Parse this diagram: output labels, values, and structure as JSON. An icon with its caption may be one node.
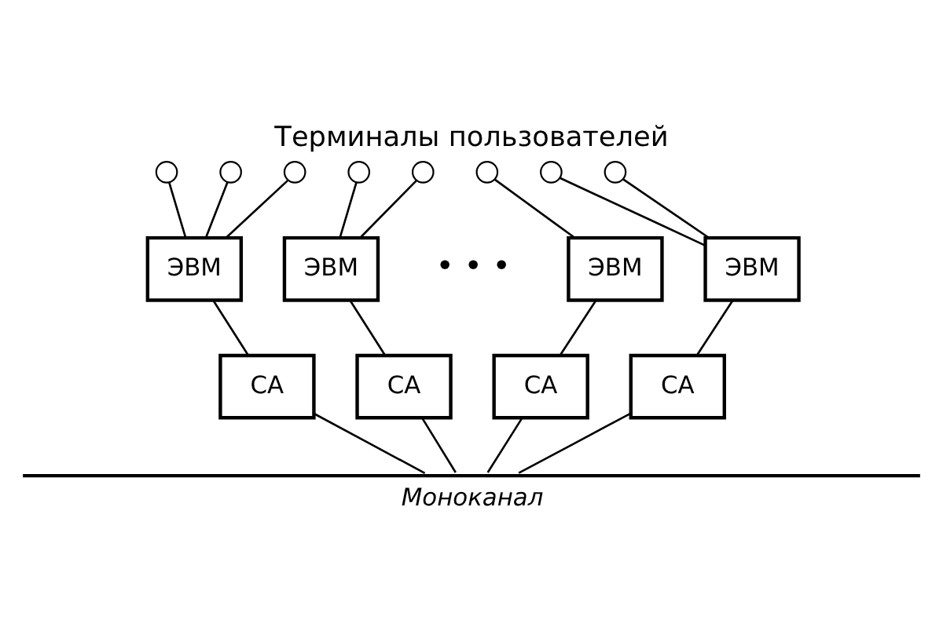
{
  "diagram": {
    "title": "Терминалы пользователей",
    "nodes": [
      {
        "text": [],
        "shape": "circle"
      },
      {
        "text": [],
        "shape": "circle"
      },
      {
        "text": [],
        "shape": "circle"
      },
      {
        "text": [],
        "shape": "circle"
      },
      {
        "text": [],
        "shape": "circle"
      },
      {
        "text": [],
        "shape": "circle"
      },
      {
        "text": [],
        "shape": "circle"
      },
      {
        "text": [],
        "shape": "circle"
      },
      {
        "text": [
          "ЭВМ"
        ]
      },
      {
        "text": [
          "ЭВМ"
        ]
      },
      {
        "text": [
          "ЭВМ"
        ]
      },
      {
        "text": [
          "ЭВМ"
        ]
      },
      {
        "text": [
          "СА"
        ]
      },
      {
        "text": [
          "СА"
        ]
      },
      {
        "text": [
          "СА"
        ]
      },
      {
        "text": [
          "СА"
        ]
      },
      {
        "text": [
          "Моноканал"
        ]
      }
    ],
    "edges": [
      {
        "from": 0,
        "to": 8,
        "arrow": "none"
      },
      {
        "from": 1,
        "to": 8,
        "arrow": "none"
      },
      {
        "from": 2,
        "to": 8,
        "arrow": "none"
      },
      {
        "from": 3,
        "to": 9,
        "arrow": "none"
      },
      {
        "from": 4,
        "to": 9,
        "arrow": "none"
      },
      {
        "from": 5,
        "to": 10,
        "arrow": "none"
      },
      {
        "from": 6,
        "to": 11,
        "arrow": "none"
      },
      {
        "from": 7,
        "to": 11,
        "arrow": "none"
      },
      {
        "from": 8,
        "to": 12,
        "arrow": "none"
      },
      {
        "from": 9,
        "to": 13,
        "arrow": "none"
      },
      {
        "from": 10,
        "to": 14,
        "arrow": "none"
      },
      {
        "from": 11,
        "to": 15,
        "arrow": "none"
      },
      {
        "from": 12,
        "to": 16,
        "arrow": "none"
      },
      {
        "from": 13,
        "to": 16,
        "arrow": "none"
      },
      {
        "from": 14,
        "to": 16,
        "arrow": "none"
      },
      {
        "from": 15,
        "to": 16,
        "arrow": "none"
      }
    ],
    "labels": [
      "• • •"
    ]
  }
}
